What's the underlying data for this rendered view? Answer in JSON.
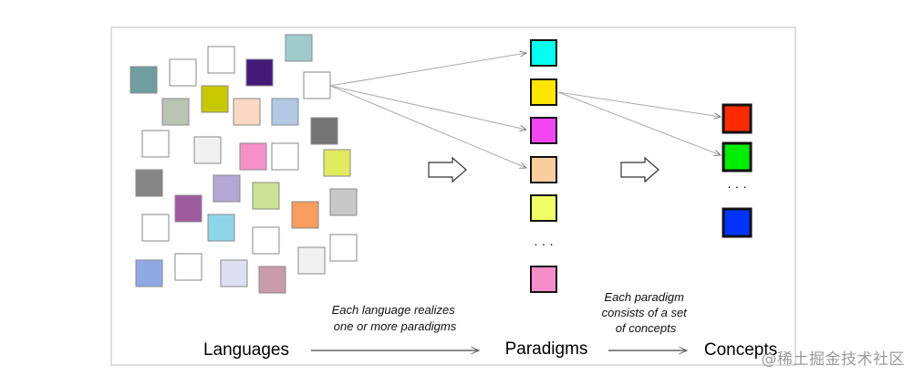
{
  "labels": {
    "languages": "Languages",
    "paradigms": "Paradigms",
    "concepts": "Concepts",
    "note_languages": [
      "Each language realizes",
      "one or more paradigms"
    ],
    "note_paradigms": [
      "Each paradigm",
      "consists of a set",
      "of concepts"
    ],
    "ellipsis": "· · ·"
  },
  "watermark": "@稀土掘金技术社区",
  "colors": {
    "languages": [
      "#6e9ea0",
      "#ffffff",
      "#ffffff",
      "#43197a",
      "#9fcbcc",
      "#ffffff",
      "#b9c4b4",
      "#c8c800",
      "#fad8c2",
      "#b3c8e5",
      "#747474",
      "#ffffff",
      "#f1f1f1",
      "#f590c8",
      "#ffffff",
      "#e1eb5e",
      "#868686",
      "#a05aa0",
      "#b3a8d3",
      "#cbe196",
      "#f79d5d",
      "#c8c8c8",
      "#ffffff",
      "#8fd5ea",
      "#ffffff",
      "#8fa8e6",
      "#ffffff",
      "#dedff0",
      "#c99aaa",
      "#f1f1f1",
      "#ffffff"
    ],
    "paradigms": [
      "#00ffee",
      "#ffe600",
      "#f545f5",
      "#fbcf9d",
      "#eeff66",
      "#f58ec8"
    ],
    "concepts": [
      "#ff2a00",
      "#00ee00",
      "#0033ff"
    ]
  }
}
